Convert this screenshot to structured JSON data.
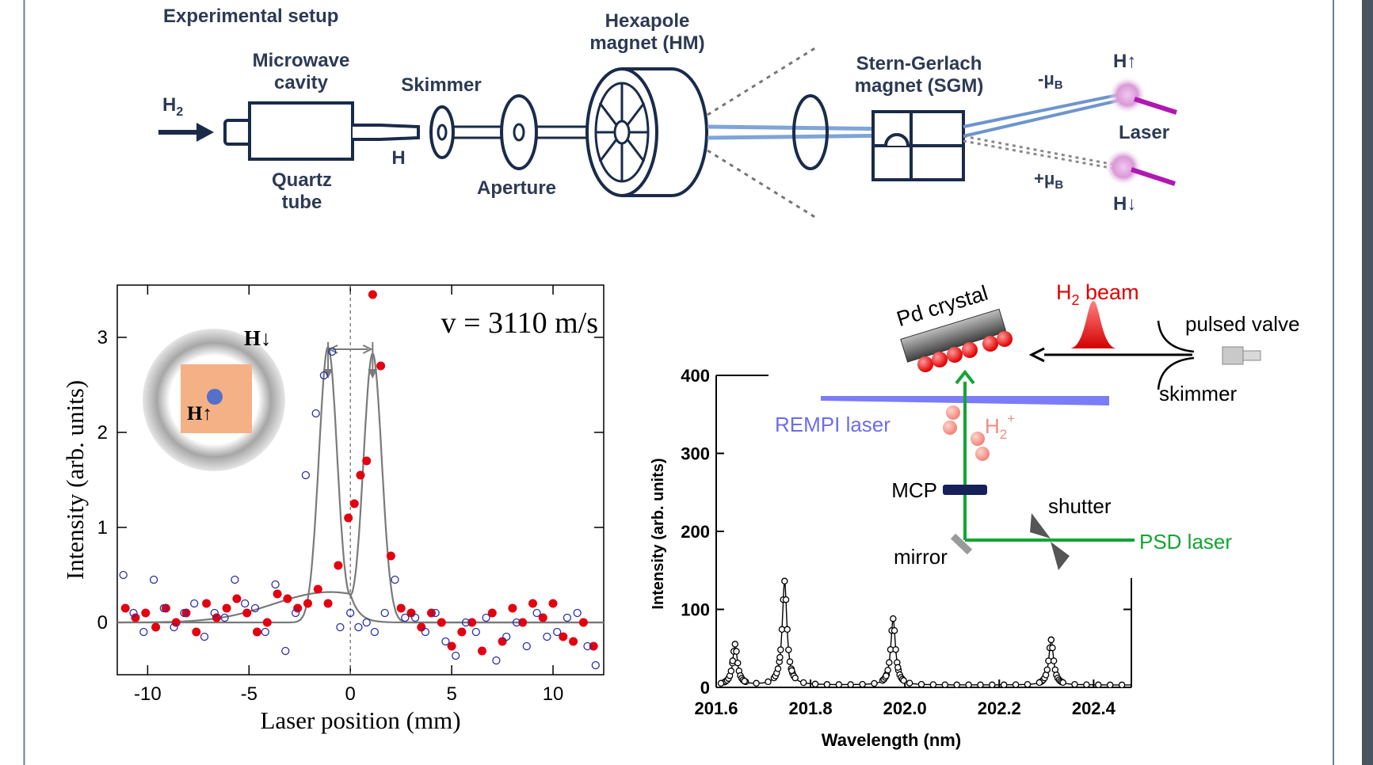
{
  "setup": {
    "title": "Experimental setup",
    "h2": "H",
    "h2_sub": "2",
    "microwave_1": "Microwave",
    "microwave_2": "cavity",
    "quartz_1": "Quartz",
    "quartz_2": "tube",
    "h_label": "H",
    "skimmer": "Skimmer",
    "aperture": "Aperture",
    "hexapole_1": "Hexapole",
    "hexapole_2": "magnet (HM)",
    "sgm_1": "Stern-Gerlach",
    "sgm_2": "magnet (SGM)",
    "minus_mu": "-μ",
    "mu_sub": "B",
    "plus_mu": "+μ",
    "h_up": "H↑",
    "h_down": "H↓",
    "laser": "Laser"
  },
  "chart_data": [
    {
      "type": "scatter",
      "xlabel": "Laser position (mm)",
      "ylabel": "Intensity (arb. units)",
      "annotation": "v = 3110 m/s",
      "inset_labels": [
        "H↓",
        "H↑"
      ],
      "xlim": [
        -11.5,
        12.5
      ],
      "ylim": [
        -0.55,
        3.55
      ],
      "x_ticks": [
        -10,
        -5,
        0,
        5,
        10
      ],
      "y_ticks": [
        0,
        1,
        2,
        3
      ],
      "fits": [
        {
          "peaks": [
            {
              "center": -1.1,
              "amp": 2.9,
              "width": 0.45
            },
            {
              "center": 1.1,
              "amp": 2.83,
              "width": 0.45
            }
          ]
        },
        {
          "broad": {
            "center": -1.0,
            "amp": 0.32,
            "width": 2.8
          }
        }
      ],
      "series": [
        {
          "marker": "filled",
          "color": "#e3000f",
          "x": [
            -11.1,
            -10.6,
            -10.1,
            -9.6,
            -9.1,
            -8.6,
            -8.1,
            -7.6,
            -7.1,
            -6.6,
            -6.1,
            -5.6,
            -5.1,
            -4.6,
            -4.1,
            -3.6,
            -3.1,
            -2.6,
            -2.1,
            -1.6,
            -1.1,
            -0.6,
            -0.1,
            0.2,
            0.5,
            0.8,
            1.1,
            1.5,
            2.0,
            2.5,
            3.0,
            3.5,
            4.0,
            4.5,
            5.0,
            5.5,
            6.0,
            6.5,
            7.0,
            7.5,
            8.0,
            8.5,
            9.0,
            9.5,
            10.0,
            10.5,
            11.0,
            11.5,
            12.0
          ],
          "y": [
            0.15,
            0.05,
            0.1,
            -0.05,
            0.15,
            0.0,
            0.1,
            -0.1,
            0.2,
            0.05,
            0.15,
            0.25,
            0.1,
            -0.1,
            0.0,
            0.3,
            0.25,
            0.15,
            0.2,
            0.35,
            0.2,
            0.6,
            1.1,
            1.25,
            1.55,
            1.7,
            3.45,
            2.7,
            0.7,
            0.15,
            0.1,
            -0.05,
            0.1,
            0.0,
            -0.25,
            -0.1,
            0.0,
            -0.3,
            0.1,
            -0.2,
            0.15,
            0.0,
            0.2,
            0.05,
            0.2,
            -0.15,
            -0.2,
            0.0,
            -0.25
          ]
        },
        {
          "marker": "open",
          "color": "#2b2fa8",
          "x": [
            -11.2,
            -10.7,
            -10.2,
            -9.7,
            -9.2,
            -8.7,
            -8.2,
            -7.7,
            -7.2,
            -6.7,
            -6.2,
            -5.7,
            -5.2,
            -4.7,
            -4.2,
            -3.7,
            -3.2,
            -2.7,
            -2.2,
            -1.7,
            -1.3,
            -0.9,
            -0.5,
            0.0,
            0.4,
            0.8,
            1.2,
            1.7,
            2.2,
            2.7,
            3.2,
            3.7,
            4.2,
            4.7,
            5.2,
            5.7,
            6.2,
            6.7,
            7.2,
            7.7,
            8.2,
            8.7,
            9.2,
            9.7,
            10.2,
            10.7,
            11.2,
            11.7,
            12.1
          ],
          "y": [
            0.5,
            0.1,
            -0.1,
            0.45,
            0.15,
            -0.05,
            0.1,
            0.2,
            -0.15,
            0.1,
            0.05,
            0.45,
            0.2,
            0.15,
            -0.1,
            0.4,
            -0.3,
            0.1,
            1.55,
            2.2,
            2.6,
            2.85,
            -0.05,
            0.1,
            -0.05,
            0.0,
            -0.1,
            0.1,
            0.45,
            0.05,
            0.05,
            -0.1,
            0.1,
            -0.2,
            -0.35,
            0.0,
            -0.1,
            0.05,
            -0.4,
            -0.15,
            0.0,
            -0.25,
            0.1,
            -0.15,
            -0.1,
            0.05,
            0.1,
            -0.25,
            -0.45
          ]
        }
      ]
    },
    {
      "type": "line",
      "xlabel": "Wavelength (nm)",
      "ylabel": "Intensity (arb. units)",
      "xlim": [
        201.6,
        202.48
      ],
      "ylim": [
        0,
        400
      ],
      "x_ticks": [
        201.6,
        201.8,
        202.0,
        202.2,
        202.4
      ],
      "x_tick_labels": [
        "201.6",
        "201.8",
        "202.0",
        "202.2",
        "202.4"
      ],
      "y_ticks": [
        0,
        100,
        200,
        300,
        400
      ],
      "peaks": [
        {
          "center": 201.64,
          "height": 52
        },
        {
          "center": 201.745,
          "height": 133
        },
        {
          "center": 201.975,
          "height": 85
        },
        {
          "center": 202.31,
          "height": 58
        }
      ]
    }
  ],
  "apparatus": {
    "pd_crystal": "Pd crystal",
    "h2_beam": "H",
    "h2_beam_sub": "2",
    "h2_beam_suffix": " beam",
    "pulsed_valve": "pulsed valve",
    "skimmer": "skimmer",
    "rempi": "REMPI laser",
    "h2plus": "H",
    "h2plus_sub": "2",
    "h2plus_sup": "+",
    "mcp": "MCP",
    "shutter": "shutter",
    "mirror": "mirror",
    "psd": "PSD laser"
  }
}
